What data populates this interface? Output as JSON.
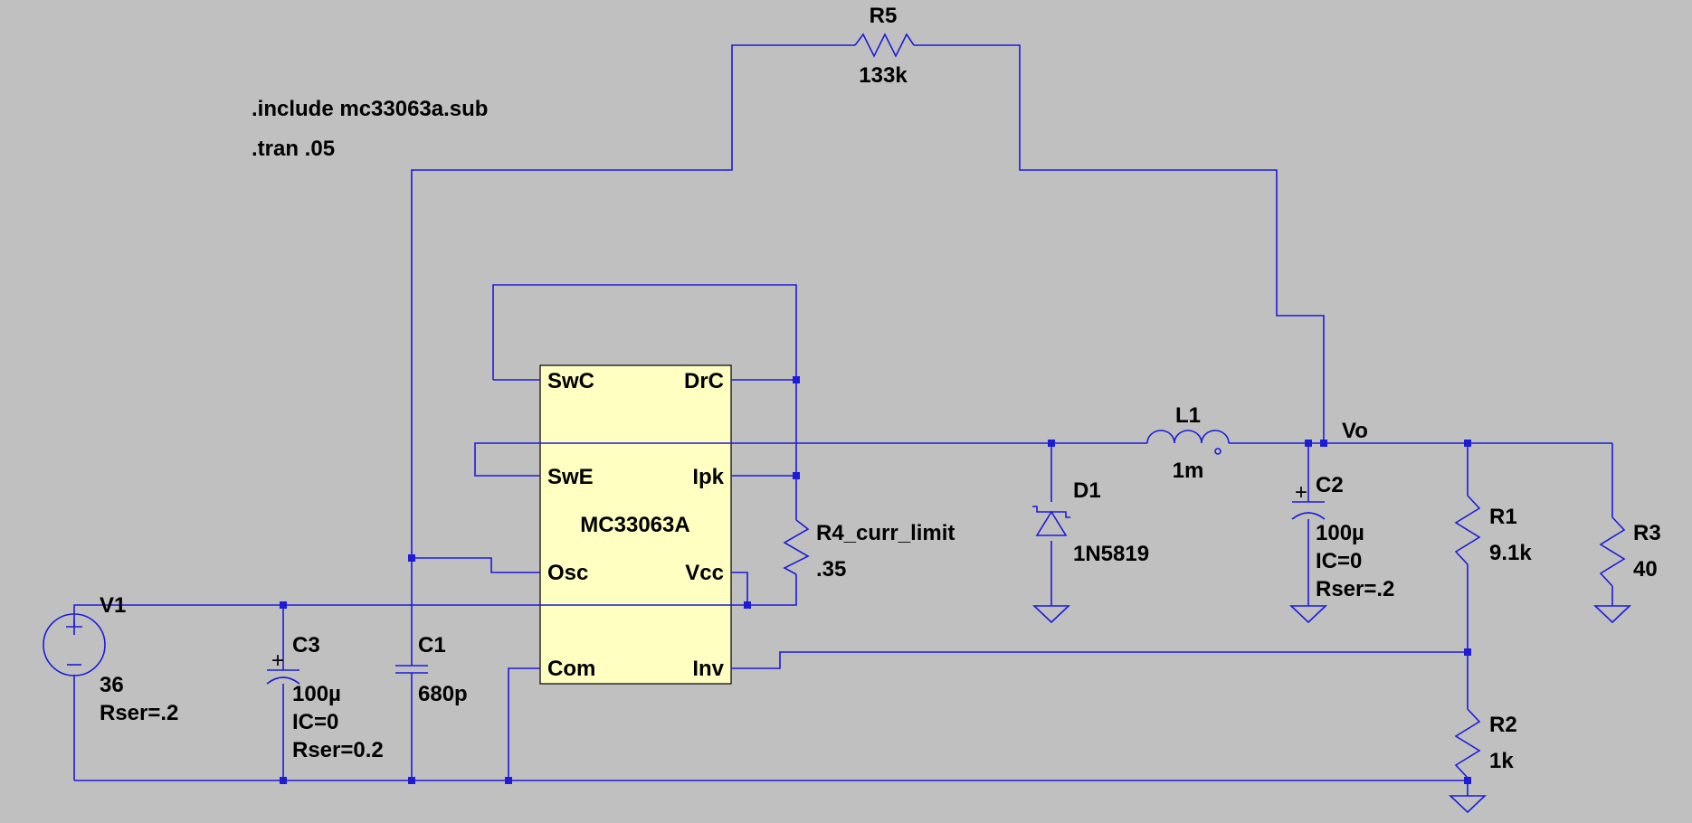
{
  "colors": {
    "background": "#c0c0c0",
    "wire": "#1c1cd9",
    "ic_body": "#ffffc2",
    "text": "#000000"
  },
  "directives": {
    "include": ".include mc33063a.sub",
    "tran": ".tran .05"
  },
  "ic": {
    "name": "MC33063A",
    "pins": {
      "swc": "SwC",
      "drc": "DrC",
      "swe": "SwE",
      "ipk": "Ipk",
      "osc": "Osc",
      "vcc": "Vcc",
      "com": "Com",
      "inv": "Inv"
    }
  },
  "components": {
    "r5": {
      "name": "R5",
      "value": "133k"
    },
    "r4": {
      "name": "R4_curr_limit",
      "value": ".35"
    },
    "l1": {
      "name": "L1",
      "value": "1m"
    },
    "d1": {
      "name": "D1",
      "value": "1N5819"
    },
    "c2": {
      "name": "C2",
      "value": "100µ",
      "ic": "IC=0",
      "rser": "Rser=.2"
    },
    "vo": {
      "name": "Vo"
    },
    "r1": {
      "name": "R1",
      "value": "9.1k"
    },
    "r3": {
      "name": "R3",
      "value": "40"
    },
    "r2": {
      "name": "R2",
      "value": "1k"
    },
    "v1": {
      "name": "V1",
      "value": "36",
      "rser": "Rser=.2"
    },
    "c3": {
      "name": "C3",
      "value": "100µ",
      "ic": "IC=0",
      "rser": "Rser=0.2"
    },
    "c1": {
      "name": "C1",
      "value": "680p"
    }
  }
}
